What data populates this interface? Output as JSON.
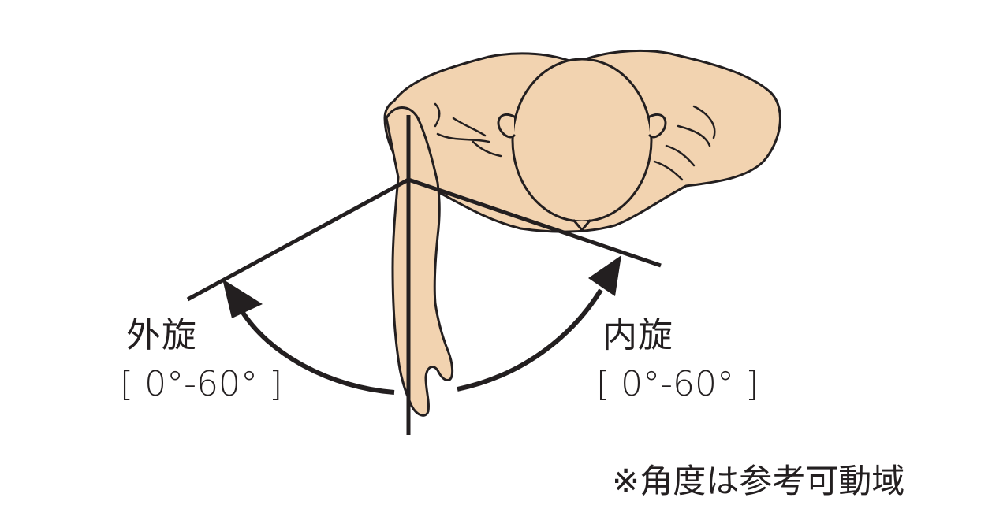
{
  "labels": {
    "external_rotation": {
      "title": "外旋",
      "range": "[ 0°-60° ]"
    },
    "internal_rotation": {
      "title": "内旋",
      "range": "[ 0°-60° ]"
    }
  },
  "footnote": "※角度は参考可動域",
  "colors": {
    "skin": "#f2d3b0",
    "outline": "#231f20"
  }
}
